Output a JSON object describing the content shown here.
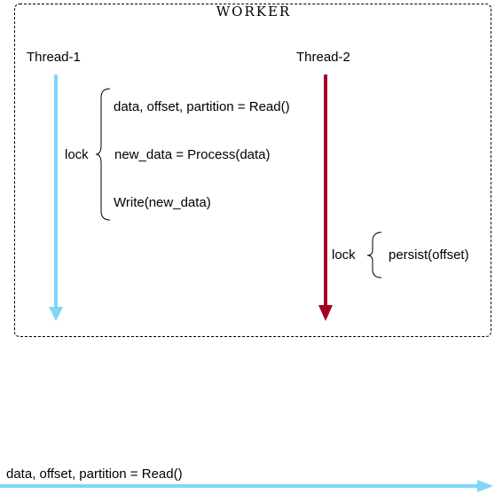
{
  "worker": {
    "title": "WORKER"
  },
  "thread1": {
    "label": "Thread-1",
    "color": "#7FD6F7",
    "lock_label": "lock",
    "steps": [
      "data, offset, partition = Read()",
      "new_data = Process(data)",
      "Write(new_data)"
    ]
  },
  "thread2": {
    "label": "Thread-2",
    "color": "#A50021",
    "lock_label": "lock",
    "steps": [
      "persist(offset)"
    ]
  },
  "timeline": {
    "label": "data, offset, partition = Read()",
    "color": "#7FD6F7"
  }
}
